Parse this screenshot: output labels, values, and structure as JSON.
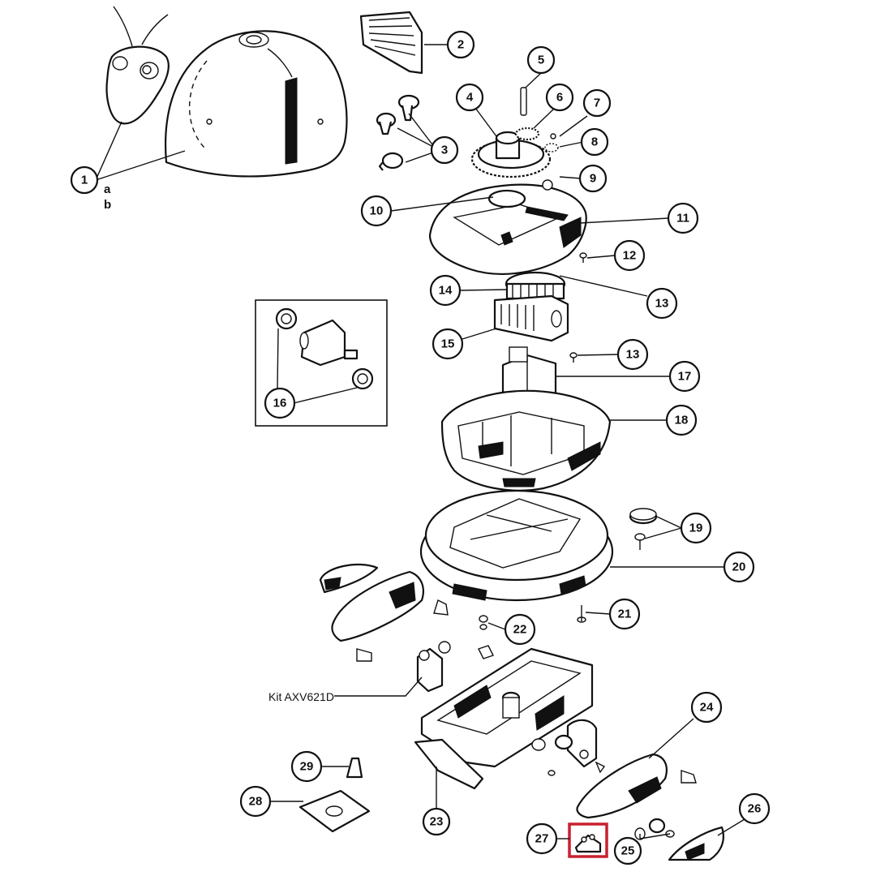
{
  "callouts": [
    {
      "id": "1",
      "label": "1"
    },
    {
      "id": "2",
      "label": "2"
    },
    {
      "id": "3",
      "label": "3"
    },
    {
      "id": "4",
      "label": "4"
    },
    {
      "id": "5",
      "label": "5"
    },
    {
      "id": "6",
      "label": "6"
    },
    {
      "id": "7",
      "label": "7"
    },
    {
      "id": "8",
      "label": "8"
    },
    {
      "id": "9",
      "label": "9"
    },
    {
      "id": "10",
      "label": "10"
    },
    {
      "id": "11",
      "label": "11"
    },
    {
      "id": "12",
      "label": "12"
    },
    {
      "id": "13a",
      "label": "13"
    },
    {
      "id": "14",
      "label": "14"
    },
    {
      "id": "13b",
      "label": "13"
    },
    {
      "id": "15",
      "label": "15"
    },
    {
      "id": "16",
      "label": "16"
    },
    {
      "id": "17",
      "label": "17"
    },
    {
      "id": "18",
      "label": "18"
    },
    {
      "id": "19",
      "label": "19"
    },
    {
      "id": "20",
      "label": "20"
    },
    {
      "id": "21",
      "label": "21"
    },
    {
      "id": "22",
      "label": "22"
    },
    {
      "id": "23",
      "label": "23"
    },
    {
      "id": "24",
      "label": "24"
    },
    {
      "id": "25",
      "label": "25"
    },
    {
      "id": "26",
      "label": "26"
    },
    {
      "id": "27",
      "label": "27"
    },
    {
      "id": "28",
      "label": "28"
    },
    {
      "id": "29",
      "label": "29"
    }
  ],
  "variant_a": "a",
  "variant_b": "b",
  "kit_label": "Kit AXV621D",
  "highlight_color": "#c8202f"
}
